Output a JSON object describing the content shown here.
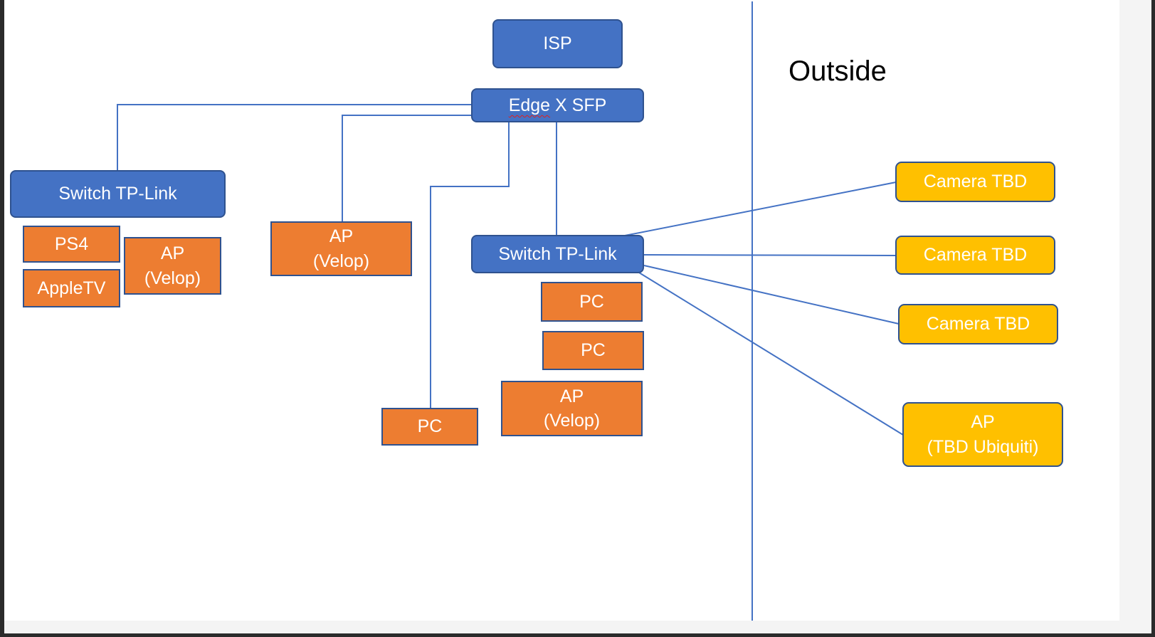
{
  "colors": {
    "core_fill": "#4472c4",
    "end_device_fill": "#ed7d31",
    "outdoor_fill": "#ffc000",
    "outline": "#2f528f",
    "connector": "#4472c4",
    "label_text": "#ffffff",
    "spellcheck_underline": "#e02020"
  },
  "regions": {
    "outside_label": "Outside"
  },
  "nodes": {
    "isp": {
      "label": "ISP"
    },
    "edge_router": {
      "label_first_word": "Edge",
      "label_rest": " X SFP"
    },
    "switch_left": {
      "label": "Switch TP-Link"
    },
    "switch_center": {
      "label": "Switch TP-Link"
    },
    "ps4": {
      "label": "PS4"
    },
    "appletv": {
      "label": "AppleTV"
    },
    "ap_velop_left": {
      "line1": "AP",
      "line2": "(Velop)"
    },
    "ap_velop_mid": {
      "line1": "AP",
      "line2": "(Velop)"
    },
    "pc_bottom": {
      "label": "PC"
    },
    "pc_1": {
      "label": "PC"
    },
    "pc_2": {
      "label": "PC"
    },
    "ap_velop_right": {
      "line1": "AP",
      "line2": "(Velop)"
    },
    "camera_1": {
      "label": "Camera TBD"
    },
    "camera_2": {
      "label": "Camera TBD"
    },
    "camera_3": {
      "label": "Camera TBD"
    },
    "ap_outdoor": {
      "line1": "AP",
      "line2": "(TBD Ubiquiti)"
    }
  },
  "connections": [
    [
      "edge_router",
      "switch_left"
    ],
    [
      "edge_router",
      "ap_velop_mid"
    ],
    [
      "edge_router",
      "pc_bottom"
    ],
    [
      "edge_router",
      "switch_center"
    ],
    [
      "switch_center",
      "camera_1"
    ],
    [
      "switch_center",
      "camera_2"
    ],
    [
      "switch_center",
      "camera_3"
    ],
    [
      "switch_center",
      "ap_outdoor"
    ]
  ]
}
